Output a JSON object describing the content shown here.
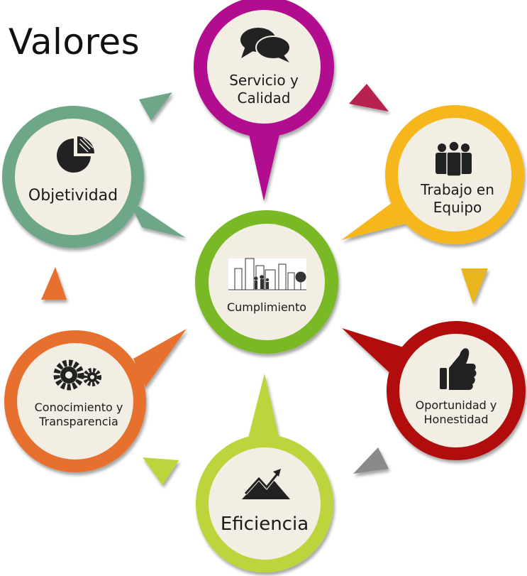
{
  "title": "Valores",
  "center": {
    "label": "Cumplimiento",
    "icon": "city-family-icon",
    "color": "#7ab928"
  },
  "values": [
    {
      "id": "servicio",
      "line1": "Servicio y",
      "line2": "Calidad",
      "icon": "speech-bubbles-icon",
      "color": "#b2118f"
    },
    {
      "id": "trabajo",
      "line1": "Trabajo en",
      "line2": "Equipo",
      "icon": "team-people-icon",
      "color": "#f6b71f"
    },
    {
      "id": "oportunidad",
      "line1": "Oportunidad y",
      "line2": "Honestidad",
      "icon": "thumbs-up-icon",
      "color": "#b10a0a"
    },
    {
      "id": "eficiencia",
      "line1": "Eficiencia",
      "line2": "",
      "icon": "trend-mountain-icon",
      "color": "#bdd43c"
    },
    {
      "id": "conocimiento",
      "line1": "Conocimiento y",
      "line2": "Transparencia",
      "icon": "gears-icon",
      "color": "#e8702f"
    },
    {
      "id": "objetividad",
      "line1": "Objetividad",
      "line2": "",
      "icon": "pie-chart-icon",
      "color": "#6ea688"
    }
  ],
  "connector_colors": [
    "#b8244f",
    "#e8b51b",
    "#8a8a8a",
    "#bdd43c",
    "#e8702f",
    "#6ea688"
  ]
}
